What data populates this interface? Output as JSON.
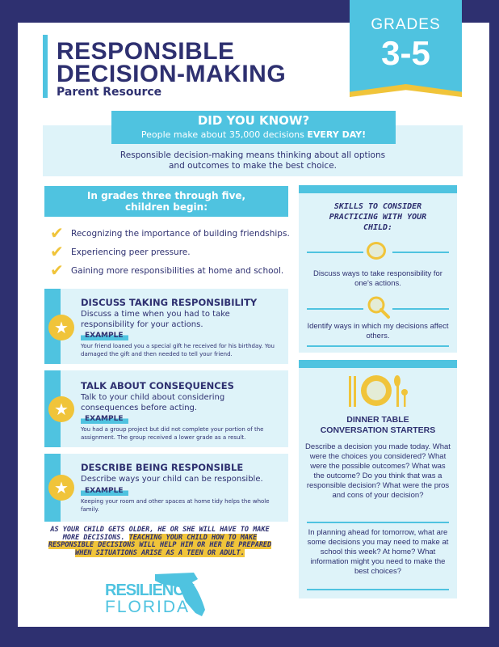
{
  "header": {
    "title_line1": "RESPONSIBLE",
    "title_line2": "DECISION-MAKING",
    "subtitle": "Parent Resource",
    "grades_label": "GRADES",
    "grades_range": "3-5"
  },
  "did_you_know": {
    "heading": "DID YOU KNOW?",
    "fact_prefix": "People make about 35,000 decisions ",
    "fact_emphasis": "EVERY DAY!",
    "body_line1": "Responsible decision-making means thinking about all options",
    "body_line2": "and outcomes to make the best choice."
  },
  "grades_section": {
    "heading_line1": "In grades three through five,",
    "heading_line2": "children begin:",
    "items": [
      "Recognizing the importance of building friendships.",
      "Experiencing peer pressure.",
      "Gaining more responsibilities at home and school."
    ]
  },
  "cards": [
    {
      "title": "DISCUSS TAKING RESPONSIBILITY",
      "body": "Discuss a time when you had to take responsibility for your actions.",
      "example_label": "EXAMPLE",
      "example": "Your friend loaned you a special gift he received for his birthday. You damaged the gift and then needed to tell your friend."
    },
    {
      "title": "TALK ABOUT CONSEQUENCES",
      "body": "Talk to your child about considering consequences before acting.",
      "example_label": "EXAMPLE",
      "example": "You had a group project but did not complete your portion of the assignment. The group received a lower grade as a result."
    },
    {
      "title": "DESCRIBE BEING RESPONSIBLE",
      "body": "Describe ways your child can be responsible.",
      "example_label": "EXAMPLE",
      "example": "Keeping your room and other spaces at home tidy helps the whole family."
    }
  ],
  "closing": {
    "plain": "AS YOUR CHILD GETS OLDER, HE OR SHE WILL HAVE TO MAKE MORE DECISIONS. ",
    "highlighted": "TEACHING YOUR CHILD HOW TO MAKE RESPONSIBLE DECISIONS WILL HELP HIM OR HER BE PREPARED WHEN SITUATIONS ARISE AS A TEEN OR ADULT."
  },
  "logo": {
    "line1": "RESILIENCY",
    "line2": "FLORIDA"
  },
  "skills": {
    "heading": "SKILLS TO CONSIDER PRACTICING WITH YOUR CHILD:",
    "items": [
      {
        "icon": "speech-bubble-icon",
        "text": "Discuss ways to take responsibility for one's actions."
      },
      {
        "icon": "magnifier-icon",
        "text": "Identify ways in which my decisions affect others."
      }
    ]
  },
  "dinner": {
    "icon": "place-setting-icon",
    "heading": "DINNER TABLE CONVERSATION STARTERS",
    "p1": "Describe a decision you made today. What were the choices you considered? What were the possible outcomes? What was the outcome? Do you think that was a responsible decision? What were the pros and cons of your decision?",
    "p2": "In planning ahead for tomorrow, what are some decisions you may need to make at school this week? At home? What information might you need to make the best choices?"
  },
  "colors": {
    "navy": "#2e3070",
    "cyan": "#4fc3e0",
    "light": "#def3f9",
    "yellow": "#f0c43a"
  }
}
